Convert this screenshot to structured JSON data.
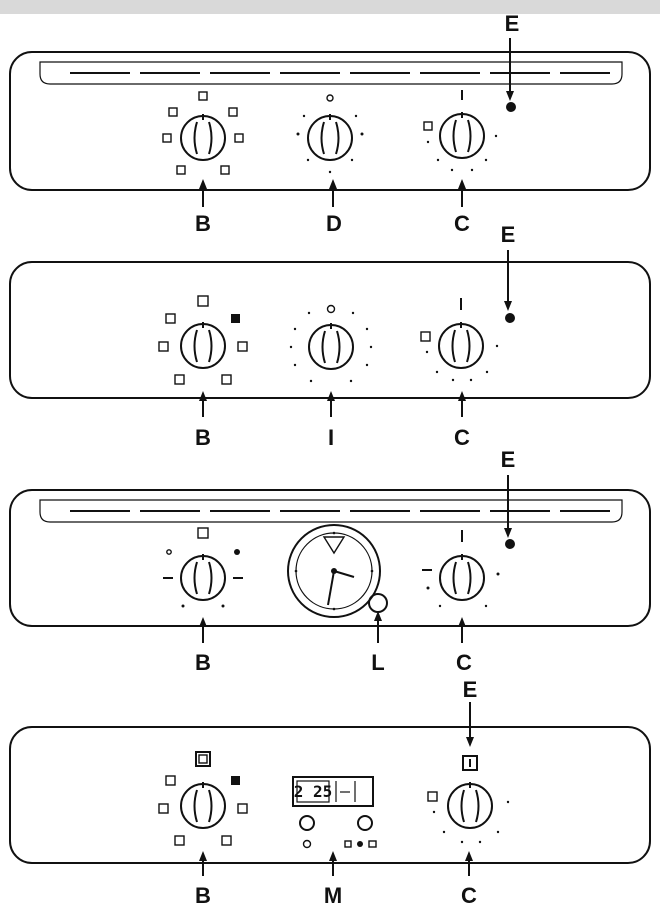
{
  "panels": [
    {
      "id": "panel-1",
      "labels": {
        "b": "B",
        "d": "D",
        "c": "C",
        "e": "E"
      }
    },
    {
      "id": "panel-2",
      "labels": {
        "b": "B",
        "i": "I",
        "c": "C",
        "e": "E"
      }
    },
    {
      "id": "panel-3",
      "labels": {
        "b": "B",
        "l": "L",
        "c": "C",
        "e": "E"
      }
    },
    {
      "id": "panel-4",
      "labels": {
        "b": "B",
        "m": "M",
        "c": "C",
        "e": "E"
      },
      "display": {
        "digits": "2 25"
      }
    }
  ],
  "colors": {
    "line": "#111111",
    "background": "#ffffff",
    "top_bar": "#d9d9d9"
  }
}
